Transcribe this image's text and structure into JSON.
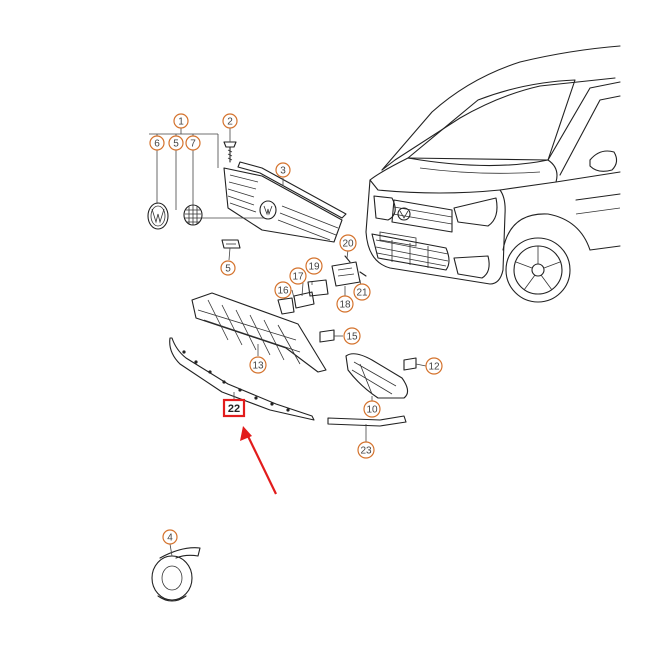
{
  "diagram": {
    "callouts": [
      "1",
      "2",
      "3",
      "4",
      "5",
      "5",
      "6",
      "7",
      "10",
      "12",
      "13",
      "15",
      "16",
      "17",
      "18",
      "19",
      "20",
      "21",
      "22",
      "23"
    ],
    "highlighted": "22",
    "colors": {
      "callout": "#d4722c",
      "highlight": "#e21c1c",
      "arrow": "#e21c1c",
      "line": "#222222"
    }
  }
}
